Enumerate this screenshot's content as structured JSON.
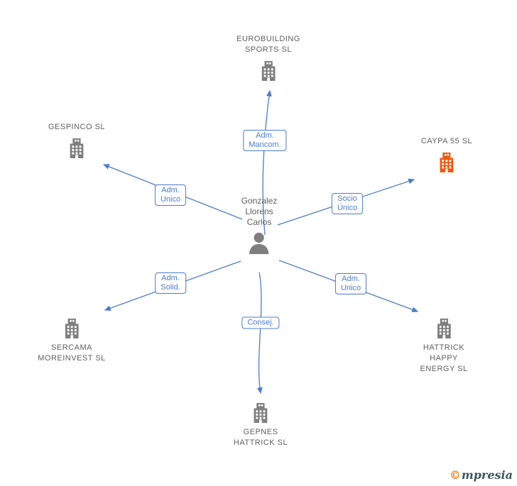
{
  "person": {
    "name_lines": [
      "Gonzalez",
      "Llorens",
      "Carlos"
    ]
  },
  "companies": {
    "eurobuilding": {
      "lines": [
        "EUROBUILDING",
        "SPORTS SL"
      ]
    },
    "gespinco": {
      "lines": [
        "GESPINCO SL"
      ]
    },
    "caypa": {
      "lines": [
        "CAYPA 55 SL"
      ]
    },
    "sercama": {
      "lines": [
        "SERCAMA",
        "MOREINVEST SL"
      ]
    },
    "hattrick_happy": {
      "lines": [
        "HATTRICK",
        "HAPPY",
        "ENERGY SL"
      ]
    },
    "gepnes": {
      "lines": [
        "GEPNES",
        "HATTRICK SL"
      ]
    }
  },
  "edges": {
    "adm_mancom": {
      "lines": [
        "Adm.",
        "Mancom."
      ]
    },
    "adm_unico_left": {
      "lines": [
        "Adm.",
        "Unico"
      ]
    },
    "socio_unico": {
      "lines": [
        "Socio",
        "Único"
      ]
    },
    "adm_solid": {
      "lines": [
        "Adm.",
        "Solid."
      ]
    },
    "adm_unico_right": {
      "lines": [
        "Adm.",
        "Unico"
      ]
    },
    "consej": {
      "lines": [
        "Consej."
      ]
    }
  },
  "logo": {
    "symbol": "©",
    "text": "mpresia"
  },
  "colors": {
    "accent_blue": "#4a7cd0",
    "building_gray": "#7e7e7e",
    "building_orange": "#ef5a10",
    "label_text": "#5f5f5f",
    "logo_orange": "#e87a12",
    "logo_dark": "#3c5560"
  }
}
